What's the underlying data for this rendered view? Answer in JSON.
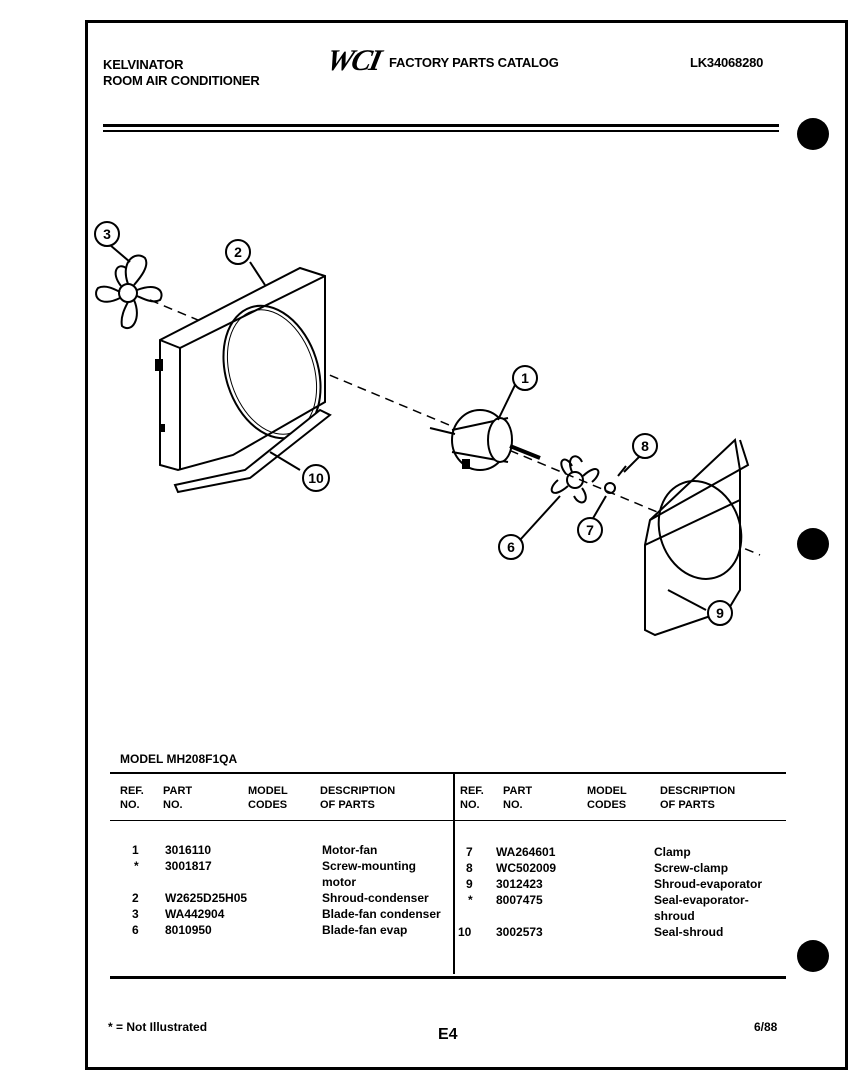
{
  "header": {
    "brand": "KELVINATOR",
    "product": "ROOM AIR CONDITIONER",
    "logo": "WCI",
    "catalog": "FACTORY PARTS CATALOG",
    "catalog_no": "LK34068280"
  },
  "diagram": {
    "callouts": [
      "1",
      "2",
      "3",
      "6",
      "7",
      "8",
      "9",
      "10"
    ]
  },
  "model": "MODEL  MH208F1QA",
  "table": {
    "left_headers": [
      "REF.\nNO.",
      "PART\nNO.",
      "MODEL\nCODES",
      "DESCRIPTION\nOF PARTS"
    ],
    "right_headers": [
      "REF.\nNO.",
      "PART\nNO.",
      "MODEL\nCODES",
      "DESCRIPTION\nOF PARTS"
    ],
    "left_rows": [
      {
        "ref": "1",
        "part": "3016110",
        "desc": "Motor-fan"
      },
      {
        "ref": "*",
        "part": "3001817",
        "desc": "Screw-mounting"
      },
      {
        "ref": "",
        "part": "",
        "desc": "motor"
      },
      {
        "ref": "2",
        "part": "W2625D25H05",
        "desc": "Shroud-condenser"
      },
      {
        "ref": "3",
        "part": "WA442904",
        "desc": "Blade-fan condenser"
      },
      {
        "ref": "6",
        "part": "8010950",
        "desc": "Blade-fan evap"
      }
    ],
    "right_rows": [
      {
        "ref": "7",
        "part": "WA264601",
        "desc": "Clamp"
      },
      {
        "ref": "8",
        "part": "WC502009",
        "desc": "Screw-clamp"
      },
      {
        "ref": "9",
        "part": "3012423",
        "desc": "Shroud-evaporator"
      },
      {
        "ref": "*",
        "part": "8007475",
        "desc": "Seal-evaporator-"
      },
      {
        "ref": "",
        "part": "",
        "desc": "shroud"
      },
      {
        "ref": "10",
        "part": "3002573",
        "desc": "Seal-shroud"
      }
    ]
  },
  "footer": {
    "note": "* = Not Illustrated",
    "page": "E4",
    "date": "6/88"
  }
}
